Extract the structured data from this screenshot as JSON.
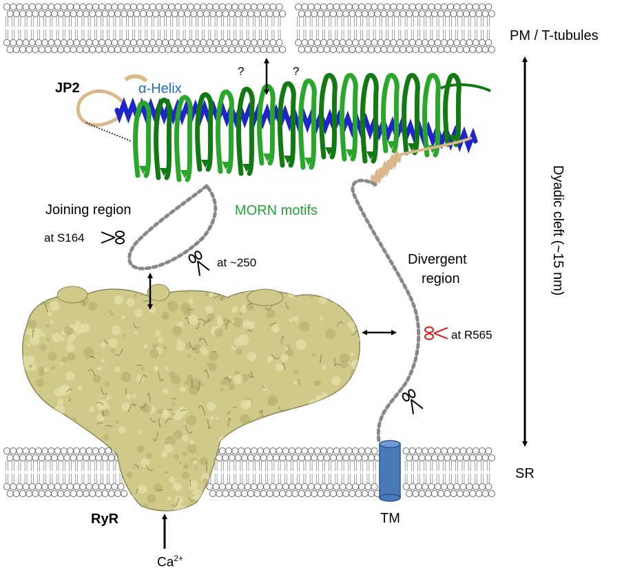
{
  "labels": {
    "pm": "PM / T-tubules",
    "sr": "SR",
    "dyadic_cleft": "Dyadic cleft (~15 nm)",
    "jp2": "JP2",
    "alpha_helix": "α-Helix",
    "morn": "MORN motifs",
    "joining_region": "Joining region",
    "at_s164": "at S164",
    "at_250": "at ~250",
    "divergent_line1": "Divergent",
    "divergent_line2": "region",
    "at_r565": "at R565",
    "ryr": "RyR",
    "tm": "TM",
    "ca_base": "Ca",
    "ca_sup": "2+",
    "question1": "?",
    "question2": "?"
  },
  "colors": {
    "helix_blue": "#1f26c9",
    "morn_green": "#2aa62a",
    "morn_dark": "#137a13",
    "loop_tan": "#d9b98c",
    "ryr_yellow": "#cfc98a",
    "ryr_shadow": "#8a8552",
    "tm_blue": "#4a79b8",
    "morn_label": "#21a336",
    "helix_label": "#1f6fc2",
    "scissor_red": "#e01a1a",
    "dotted_gray": "#888888"
  },
  "icons": [
    "scissors-icon",
    "double-arrow-icon",
    "up-arrow-icon"
  ]
}
